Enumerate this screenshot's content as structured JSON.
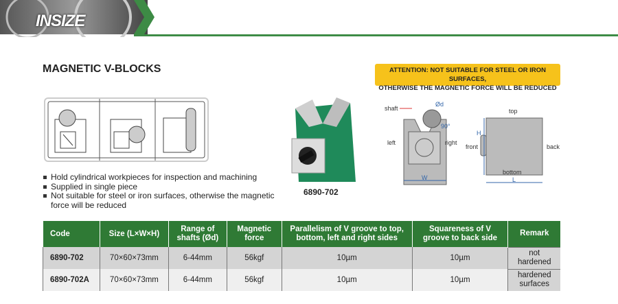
{
  "header": {
    "logo": "INSIZE"
  },
  "title": "MAGNETIC V-BLOCKS",
  "attention": {
    "line1": "ATTENTION: NOT SUITABLE FOR STEEL OR IRON SURFACES,",
    "line2": "OTHERWISE THE MAGNETIC FORCE WILL BE REDUCED"
  },
  "features": [
    "Hold cylindrical workpieces for inspection and machining",
    "Supplied in single piece",
    "Not suitable for steel or iron surfaces, otherwise the magnetic force will be reduced"
  ],
  "product_code": "6890-702",
  "diagram": {
    "shaft": "shaft",
    "d": "Ød",
    "angle": "90°",
    "left": "left",
    "right": "right",
    "W": "W",
    "top": "top",
    "front": "front",
    "back": "back",
    "bottom": "bottom",
    "H": "H",
    "L": "L"
  },
  "table": {
    "headers": [
      [
        "Code",
        ""
      ],
      [
        "Size (L×W×H)",
        ""
      ],
      [
        "Range of",
        "shafts (Ød)"
      ],
      [
        "Magnetic",
        "force"
      ],
      [
        "Parallelism of V groove to top,",
        "bottom, left and right sides"
      ],
      [
        "Squareness of V",
        "groove to back side"
      ],
      [
        "Remark",
        ""
      ]
    ],
    "rows": [
      [
        "6890-702",
        "70×60×73mm",
        "6-44mm",
        "56kgf",
        "10µm",
        "10µm",
        "not",
        "hardened"
      ],
      [
        "6890-702A",
        "70×60×73mm",
        "6-44mm",
        "56kgf",
        "10µm",
        "10µm",
        "hardened",
        "surfaces"
      ]
    ]
  },
  "colors": {
    "green": "#2f7a35",
    "yellow": "#f6c21b"
  }
}
